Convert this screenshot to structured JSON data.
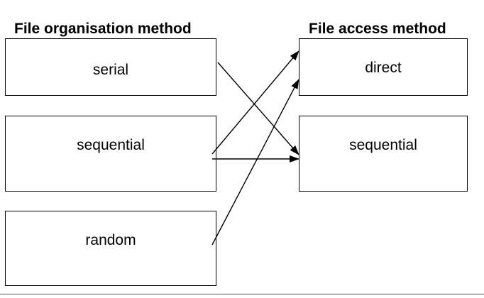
{
  "headings": {
    "organisation": "File organisation method",
    "access": "File access method"
  },
  "organisation_methods": [
    "serial",
    "sequential",
    "random"
  ],
  "access_methods": [
    "direct",
    "sequential"
  ]
}
